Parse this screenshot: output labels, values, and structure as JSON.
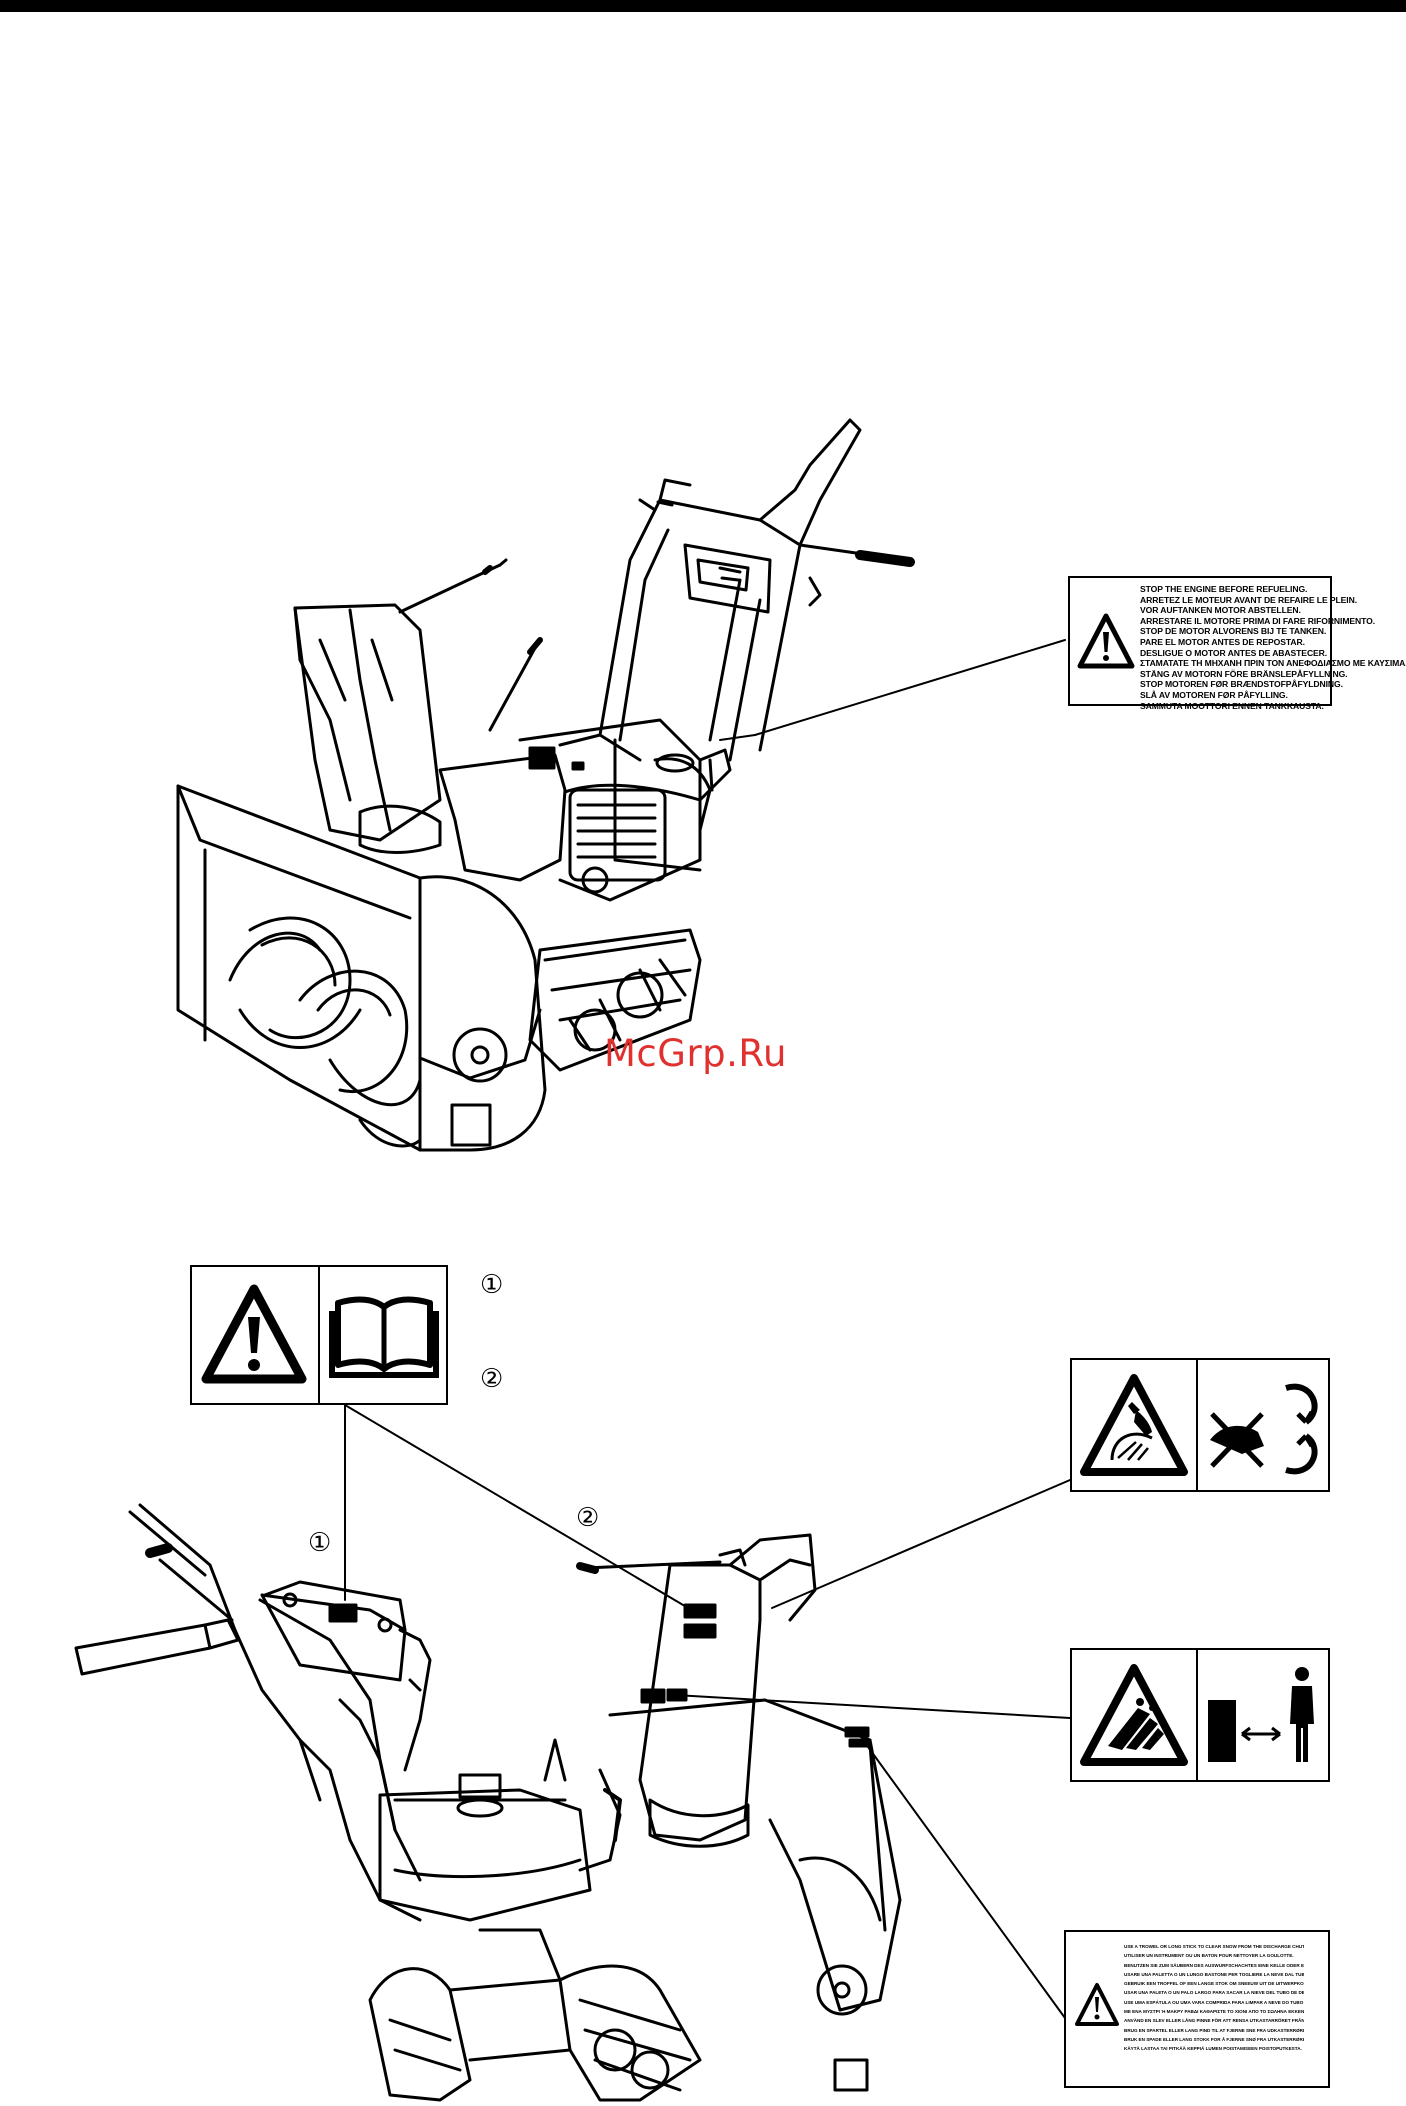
{
  "watermark": "McGrp.Ru",
  "refuel_label": {
    "icon": "warning-triangle-icon",
    "lines": [
      "STOP THE ENGINE BEFORE REFUELING.",
      "ARRETEZ LE MOTEUR AVANT DE REFAIRE LE PLEIN.",
      "VOR AUFTANKEN MOTOR ABSTELLEN.",
      "ARRESTARE IL MOTORE PRIMA DI FARE RIFORNIMENTO.",
      "STOP DE MOTOR ALVORENS BIJ TE TANKEN.",
      "PARE EL MOTOR ANTES DE REPOSTAR.",
      "DESLIGUE O MOTOR ANTES DE ABASTECER.",
      "ΣΤΑΜΑΤΑΤΕ ΤΗ ΜΗΧΑΝΗ ΠΡΙΝ ΤΟΝ ΑΝΕΦΟΔΙΑΣΜΟ ΜΕ ΚΑΥΣΙΜΑ.",
      "STÄNG AV MOTORN FÖRE BRÄNSLEPÅFYLLNING.",
      "STOP MOTOREN FØR BRÆNDSTOFPÅFYLDNING.",
      "SLÅ AV MOTOREN FØR PÅFYLLING.",
      "SAMMUTA MOOTTORI ENNEN TANKKAUSTA."
    ]
  },
  "manual_label": {
    "icons": [
      "warning-triangle-icon",
      "open-book-icon"
    ],
    "callouts": [
      "①",
      "②"
    ]
  },
  "machine_callouts": [
    "①",
    "②"
  ],
  "auger_label": {
    "icons": [
      "auger-hand-hazard-icon",
      "no-hands-rotating-icon"
    ]
  },
  "thrown_objects_label": {
    "icons": [
      "thrown-objects-hazard-icon",
      "keep-distance-person-icon"
    ]
  },
  "stick_label": {
    "icon": "warning-triangle-icon",
    "lines": [
      "USE A TROWEL OR LONG STICK TO CLEAR SNOW FROM THE DISCHARGE CHUTE.",
      "UTILISER UN INSTRUMENT OU UN BATON POUR NETTOYER LA GOULOTTE.",
      "BENUTZEN SIE ZUM SÄUBERN DES AUSWURFSCHACHTES EINE KELLE ODER EINEN LANGEN STOCK.",
      "USARE UNA PALETTA O UN LUNGO BASTONE PER TOGLIERE LA NEVE DAL TUBO DI ESPULSIONE.",
      "GEBRUIK EEN TROFFEL OF EEN LANGE STOK OM SNEEUW UIT DE UITWERPKOKER TE VERWIJDEREN.",
      "USAR UNA PALETA O UN PALO LARGO PARA SACAR LA NIEVE DEL TUBO DE DESCARGA.",
      "USE UMA ESPÁTULA OU UMA VARA COMPRIDA PARA LIMPAR A NEVE DO TUBO DE DESCARGA.",
      "ΜΕ ΕΝΑ ΜΥΣΤΡΙ Ή ΜΑΚΡΥ ΡΑΒΔΙ ΚΑΘΑΡΙΣΤΕ ΤΟ ΧΙΟΝΙ ΑΠΟ ΤΟ ΣΩΛΗΝΑ ΕΚΚΕΝΩΣΗΣ.",
      "ANVÄND EN SLEV ELLER LÅNG PINNE FÖR ATT RENSA UTKASTARRÖRET FRÅN SNÖ.",
      "BRUG EN SPARTEL ELLER LANG PIND TIL AT FJERNE SNE FRA UDKASTERRØRET.",
      "BRUK EN SPADE ELLER LANG STOKK FOR Å FJERNE SNØ FRA UTKASTERRØRET.",
      "KÄYTÄ LASTAA TAI PITKÄÄ KEPPIÄ LUMEN POISTAMISEEN POISTOPUTKESTA."
    ]
  }
}
